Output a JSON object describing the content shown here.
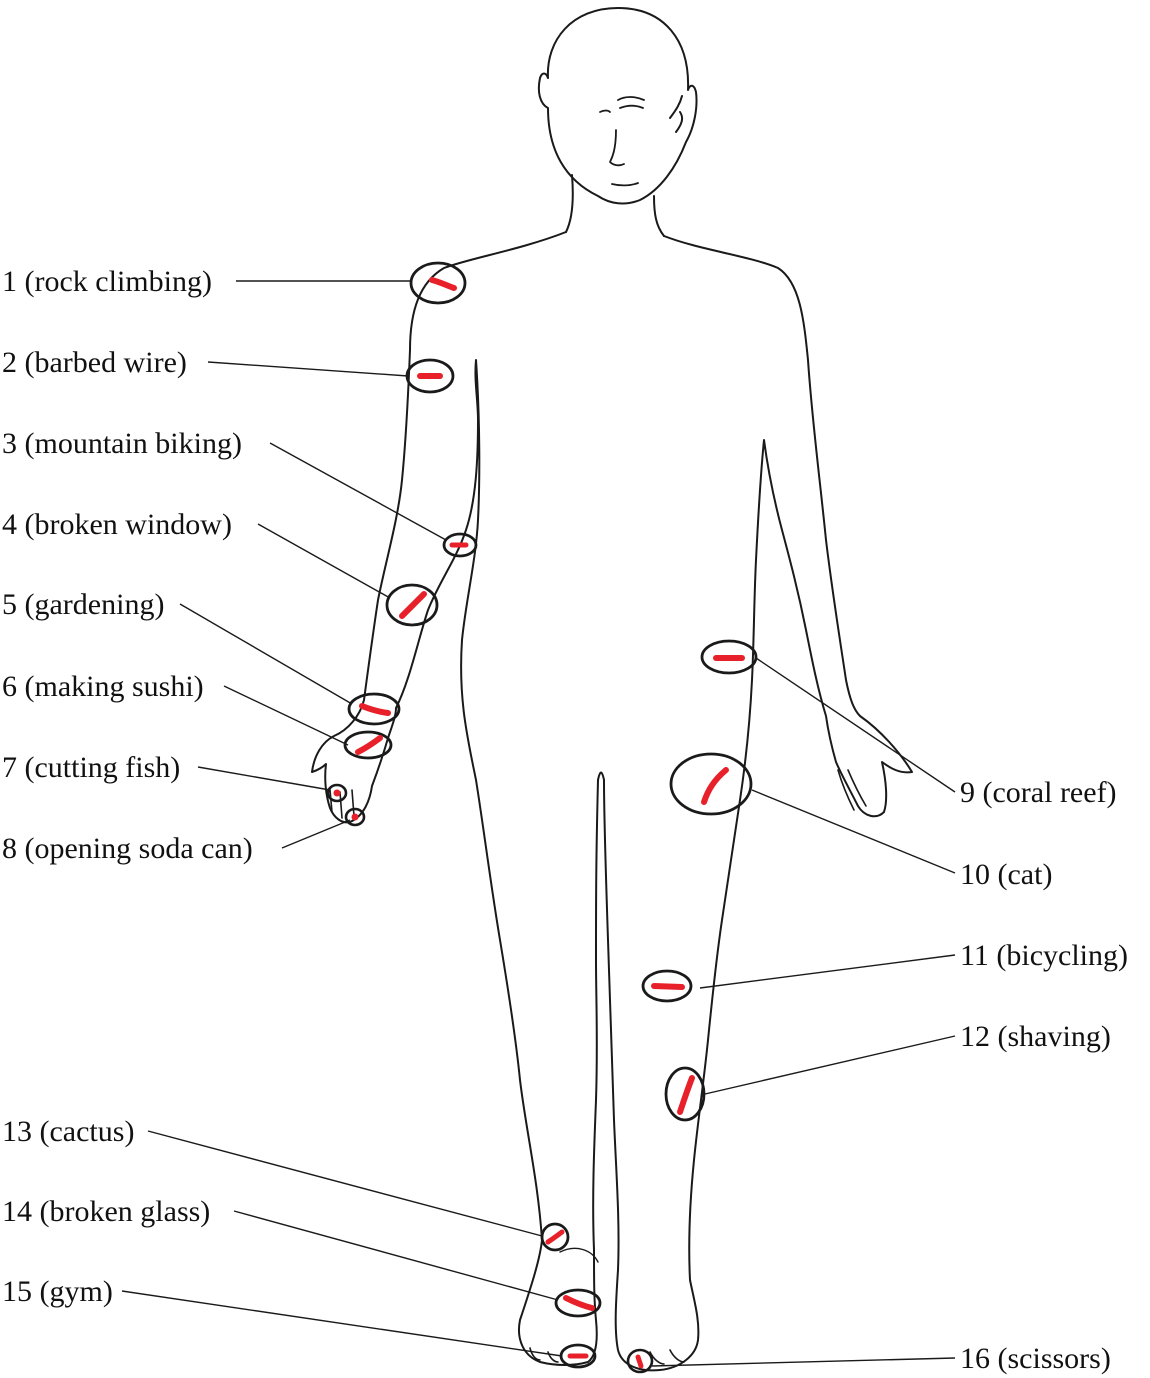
{
  "colors": {
    "ink": "#1a1a1a",
    "wound": "#e8202a"
  },
  "labels": [
    {
      "id": 1,
      "text": "1 (rock climbing)"
    },
    {
      "id": 2,
      "text": "2 (barbed wire)"
    },
    {
      "id": 3,
      "text": "3 (mountain biking)"
    },
    {
      "id": 4,
      "text": "4 (broken window)"
    },
    {
      "id": 5,
      "text": "5 (gardening)"
    },
    {
      "id": 6,
      "text": "6 (making sushi)"
    },
    {
      "id": 7,
      "text": "7 (cutting fish)"
    },
    {
      "id": 8,
      "text": "8 (opening soda can)"
    },
    {
      "id": 9,
      "text": "9 (coral reef)"
    },
    {
      "id": 10,
      "text": "10 (cat)"
    },
    {
      "id": 11,
      "text": "11 (bicycling)"
    },
    {
      "id": 12,
      "text": "12 (shaving)"
    },
    {
      "id": 13,
      "text": "13 (cactus)"
    },
    {
      "id": 14,
      "text": "14 (broken glass)"
    },
    {
      "id": 15,
      "text": "15 (gym)"
    },
    {
      "id": 16,
      "text": "16 (scissors)"
    }
  ]
}
